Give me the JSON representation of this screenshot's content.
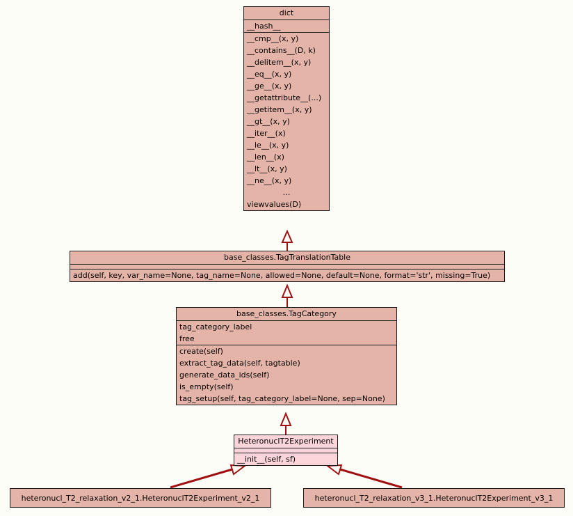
{
  "diagram": {
    "type": "uml-class-diagram",
    "title": "",
    "background_color": "#fdfdf8",
    "class_fill_color": "#e5b4a8",
    "highlight_fill_color": "#fcd5da",
    "border_color": "#1a1a1a",
    "edge_color": "#a01010",
    "relationship": "inheritance"
  },
  "classes": {
    "dict": {
      "name": "dict",
      "attributes": [
        "__hash__"
      ],
      "methods": [
        "__cmp__(x, y)",
        "__contains__(D, k)",
        "__delitem__(x, y)",
        "__eq__(x, y)",
        "__ge__(x, y)",
        "__getattribute__(...)",
        "__getitem__(x, y)",
        "__gt__(x, y)",
        "__iter__(x)",
        "__le__(x, y)",
        "__len__(x)",
        "__lt__(x, y)",
        "__ne__(x, y)",
        "…",
        "viewvalues(D)"
      ]
    },
    "tag_translation_table": {
      "name": "base_classes.TagTranslationTable",
      "attributes": [],
      "methods": [
        "add(self, key, var_name=None, tag_name=None, allowed=None, default=None, format='str', missing=True)"
      ]
    },
    "tag_category": {
      "name": "base_classes.TagCategory",
      "attributes": [
        "tag_category_label",
        "free"
      ],
      "methods": [
        "create(self)",
        "extract_tag_data(self, tagtable)",
        "generate_data_ids(self)",
        "is_empty(self)",
        "tag_setup(self, tag_category_label=None, sep=None)"
      ]
    },
    "heteronucl_t2_experiment": {
      "name": "HeteronuclT2Experiment",
      "attributes": [],
      "methods": [
        "__init__(self, sf)"
      ]
    },
    "heteronucl_t2_experiment_v2_1": {
      "name": "heteronucl_T2_relaxation_v2_1.HeteronuclT2Experiment_v2_1"
    },
    "heteronucl_t2_experiment_v3_1": {
      "name": "heteronucl_T2_relaxation_v3_1.HeteronuclT2Experiment_v3_1"
    }
  },
  "edges": [
    {
      "from": "base_classes.TagTranslationTable",
      "to": "dict",
      "kind": "inheritance"
    },
    {
      "from": "base_classes.TagCategory",
      "to": "base_classes.TagTranslationTable",
      "kind": "inheritance"
    },
    {
      "from": "HeteronuclT2Experiment",
      "to": "base_classes.TagCategory",
      "kind": "inheritance"
    },
    {
      "from": "heteronucl_T2_relaxation_v2_1.HeteronuclT2Experiment_v2_1",
      "to": "HeteronuclT2Experiment",
      "kind": "inheritance"
    },
    {
      "from": "heteronucl_T2_relaxation_v3_1.HeteronuclT2Experiment_v3_1",
      "to": "HeteronuclT2Experiment",
      "kind": "inheritance"
    }
  ]
}
